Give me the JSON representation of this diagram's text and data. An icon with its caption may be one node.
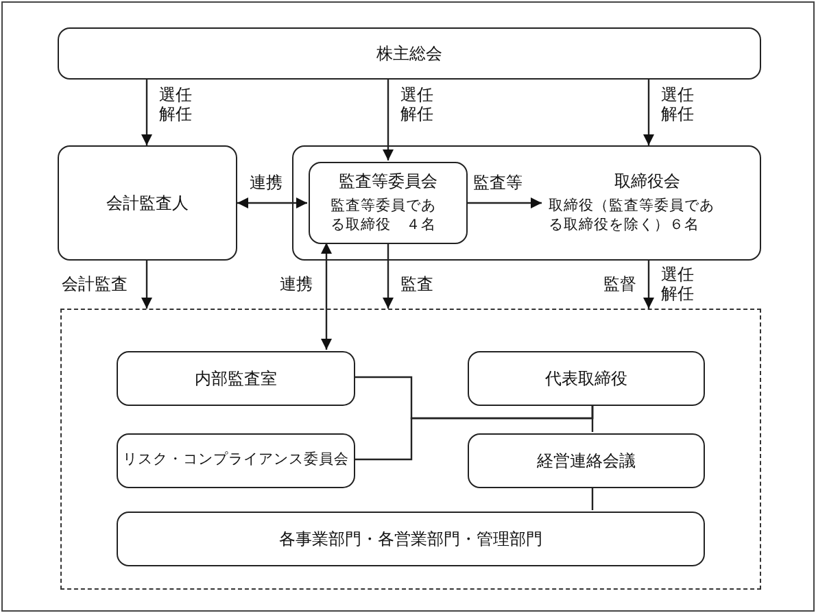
{
  "diagram": {
    "nodes": [
      {
        "text": [
          "株主総会"
        ]
      },
      {
        "text": [
          "会計監査人"
        ]
      },
      {
        "text": [
          "取締役会",
          "取締役（監査等委員である取締役を除く）６名"
        ]
      },
      {
        "text": [
          "監査等委員会",
          "監査等委員である取締役　４名"
        ],
        "in": 2
      },
      {
        "text": [],
        "shape": "box"
      },
      {
        "text": [
          "内部監査室"
        ],
        "in": 4
      },
      {
        "text": [
          "代表取締役"
        ],
        "in": 4
      },
      {
        "text": [
          "リスク・コンプライアンス委員会"
        ],
        "in": 4
      },
      {
        "text": [
          "経営連絡会議"
        ],
        "in": 4
      },
      {
        "text": [
          "各事業部門・各営業部門・管理部門"
        ],
        "in": 4
      }
    ],
    "edges": [
      {
        "from": 0,
        "to": 1,
        "arrow": "to",
        "label": "選任解任"
      },
      {
        "from": 0,
        "to": 3,
        "arrow": "to",
        "label": "選任解任"
      },
      {
        "from": 0,
        "to": 2,
        "arrow": "to",
        "label": "選任解任"
      },
      {
        "from": 1,
        "to": 3,
        "arrow": "both",
        "label": "連携"
      },
      {
        "from": 3,
        "to": 2,
        "arrow": "to",
        "label": "監査等"
      },
      {
        "from": 1,
        "to": 4,
        "arrow": "to",
        "label": "会計監査"
      },
      {
        "from": 3,
        "to": 4,
        "arrow": "to",
        "label": "監査"
      },
      {
        "from": 2,
        "to": 4,
        "arrow": "to",
        "label": "監督"
      },
      {
        "from": 5,
        "to": 3,
        "arrow": "both",
        "label": "連携"
      },
      {
        "from": 6,
        "to": 8,
        "arrow": "none"
      },
      {
        "from": 8,
        "to": 9,
        "arrow": "none"
      },
      {
        "from": 5,
        "to": 6,
        "arrow": "none"
      },
      {
        "from": 7,
        "to": 6,
        "arrow": "none"
      }
    ],
    "labels": [
      "選任解任"
    ]
  }
}
